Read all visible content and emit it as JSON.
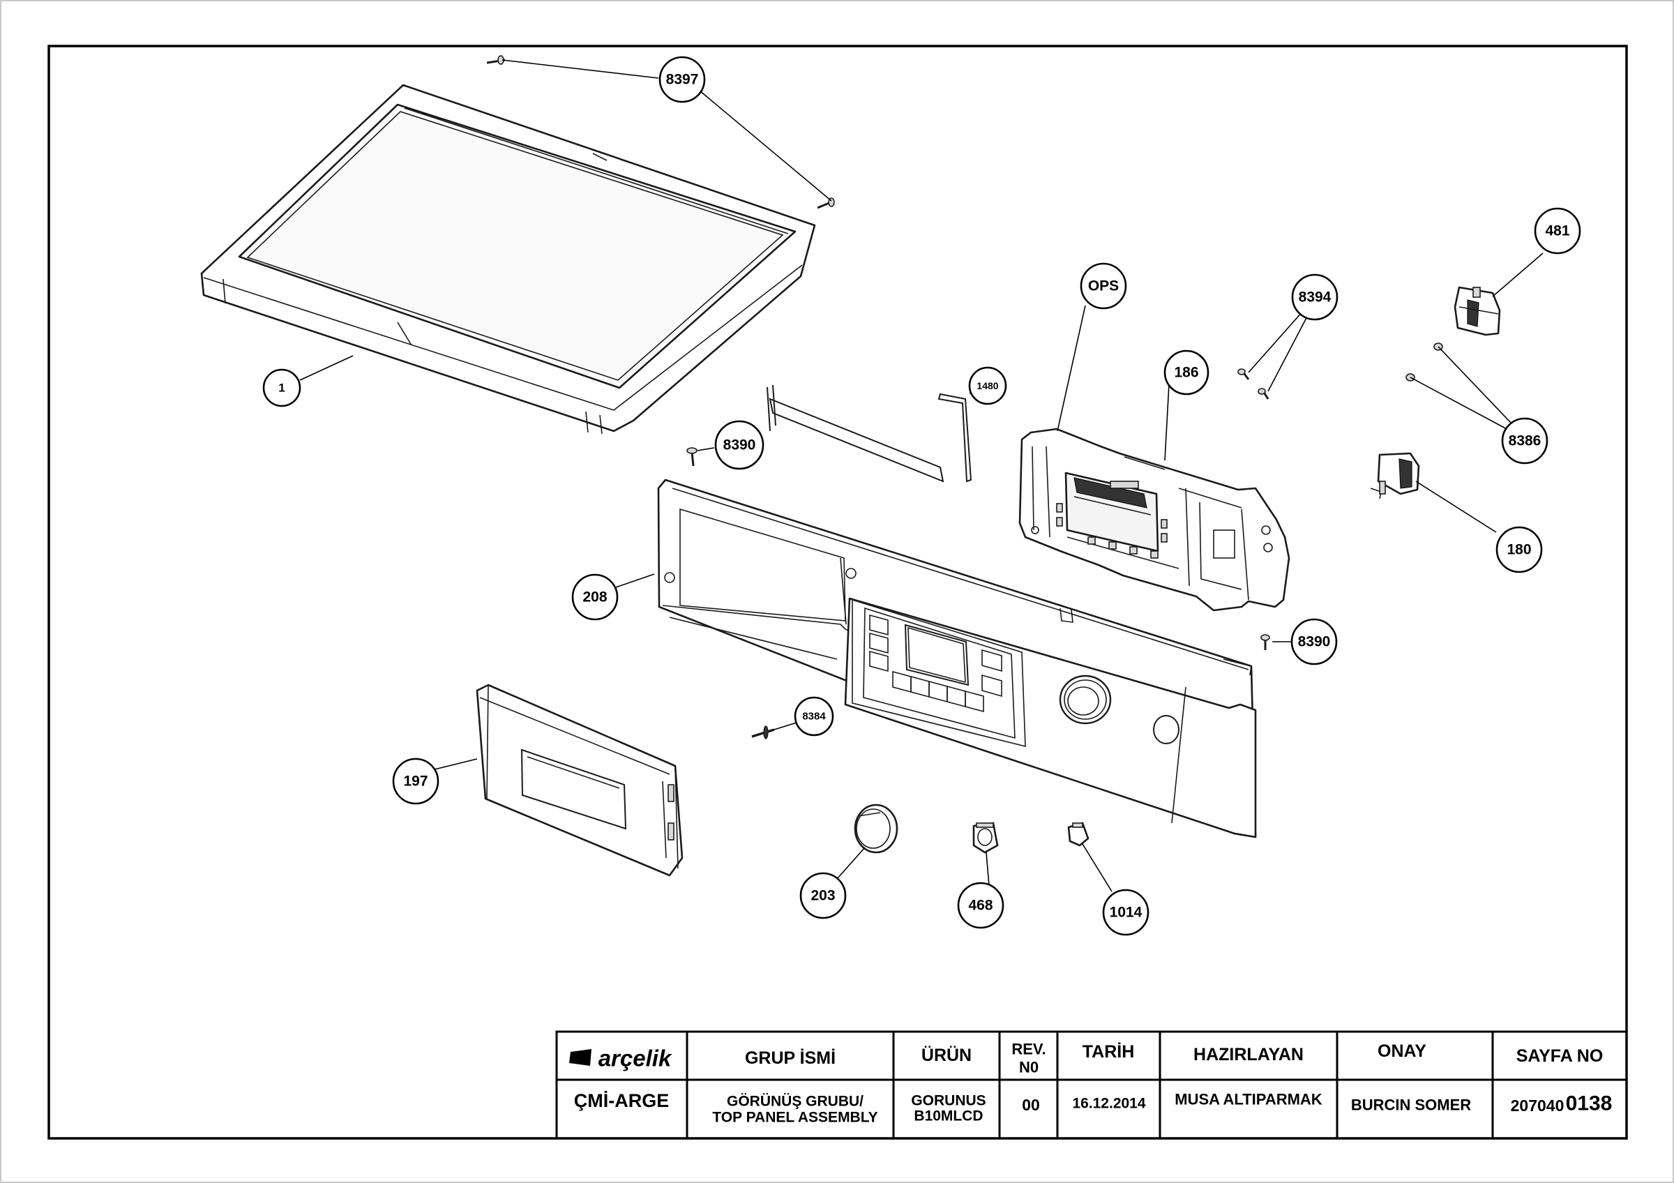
{
  "title_block": {
    "logo_text": "arçelik",
    "department": "ÇMİ-ARGE",
    "headers": {
      "group_name": "GRUP İSMİ",
      "product": "ÜRÜN",
      "revision_line1": "REV.",
      "revision_line2": "N0",
      "date": "TARİH",
      "prepared_by": "HAZIRLAYAN",
      "approval": "ONAY",
      "page_no": "SAYFA NO"
    },
    "values": {
      "group_name_line1": "GÖRÜNÜŞ GRUBU/",
      "group_name_line2": "TOP PANEL ASSEMBLY",
      "product_line1": "GORUNUS",
      "product_line2": "B10MLCD",
      "revision": "00",
      "date": "16.12.2014",
      "prepared_by": "MUSA ALTIPARMAK",
      "approval": "BURCIN SOMER",
      "page_no_prefix": "207040",
      "page_no_suffix": "0138"
    }
  },
  "callouts": [
    {
      "label": "8397",
      "part": "screw"
    },
    {
      "label": "1",
      "part": "top-lid"
    },
    {
      "label": "1480",
      "part": "wire-bracket"
    },
    {
      "label": "8390",
      "part": "screw"
    },
    {
      "label": "OPS",
      "part": "display-pcb"
    },
    {
      "label": "186",
      "part": "pcb-housing"
    },
    {
      "label": "8394",
      "part": "screw"
    },
    {
      "label": "481",
      "part": "program-selector-switch"
    },
    {
      "label": "8386",
      "part": "screw"
    },
    {
      "label": "180",
      "part": "power-switch"
    },
    {
      "label": "208",
      "part": "control-panel"
    },
    {
      "label": "8390",
      "part": "screw"
    },
    {
      "label": "8384",
      "part": "screw"
    },
    {
      "label": "197",
      "part": "detergent-drawer-front"
    },
    {
      "label": "203",
      "part": "knob"
    },
    {
      "label": "468",
      "part": "button-cap"
    },
    {
      "label": "1014",
      "part": "button"
    }
  ]
}
